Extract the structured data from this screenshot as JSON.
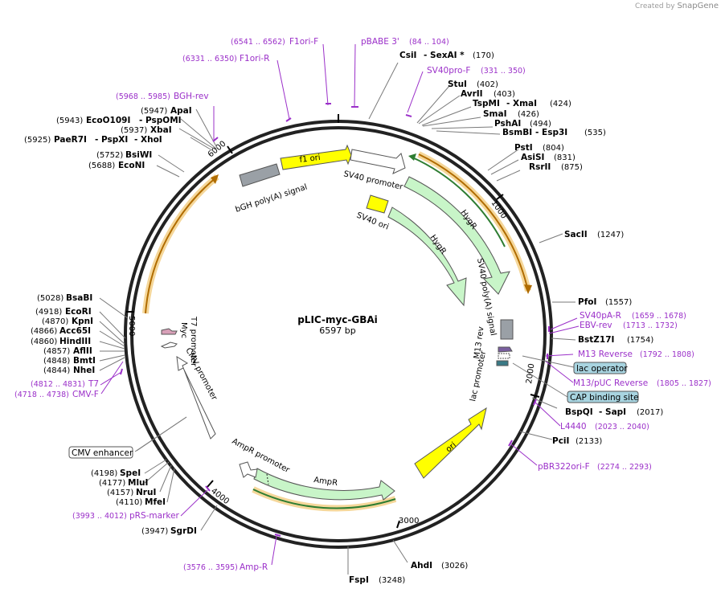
{
  "branding": {
    "created_by": "Created by",
    "app": "SnapGene"
  },
  "plasmid": {
    "name": "pLIC-myc-GBAi",
    "size": "6597 bp"
  },
  "ticks": [
    "1000",
    "2000",
    "3000",
    "4000",
    "5000",
    "6000"
  ],
  "sites": [
    {
      "name": "CsiI",
      "name2": "SexAI *",
      "pos": "(170)"
    },
    {
      "name": "StuI",
      "pos": "(402)"
    },
    {
      "name": "AvrII",
      "pos": "(403)"
    },
    {
      "name": "TspMI",
      "name2": "XmaI",
      "pos": "(424)"
    },
    {
      "name": "SmaI",
      "pos": "(426)"
    },
    {
      "name": "PshAI",
      "pos": "(494)"
    },
    {
      "name": "BsmBI",
      "name2": "Esp3I",
      "pos": "(535)"
    },
    {
      "name": "PstI",
      "pos": "(804)"
    },
    {
      "name": "AsiSI",
      "pos": "(831)"
    },
    {
      "name": "RsrII",
      "pos": "(875)"
    },
    {
      "name": "SacII",
      "pos": "(1247)"
    },
    {
      "name": "PfoI",
      "pos": "(1557)"
    },
    {
      "name": "BstZ17I",
      "pos": "(1754)"
    },
    {
      "name": "BspQI",
      "name2": "SapI",
      "pos": "(2017)"
    },
    {
      "name": "PciI",
      "pos": "(2133)"
    },
    {
      "name": "AhdI",
      "pos": "(3026)"
    },
    {
      "name": "FspI",
      "pos": "(3248)"
    },
    {
      "name": "SgrDI",
      "pos": "(3947)"
    },
    {
      "name": "MfeI",
      "pos": "(4110)"
    },
    {
      "name": "NruI",
      "pos": "(4157)"
    },
    {
      "name": "MluI",
      "pos": "(4177)"
    },
    {
      "name": "SpeI",
      "pos": "(4198)"
    },
    {
      "name": "NheI",
      "pos": "(4844)"
    },
    {
      "name": "BmtI",
      "pos": "(4848)"
    },
    {
      "name": "AflII",
      "pos": "(4857)"
    },
    {
      "name": "HindIII",
      "pos": "(4860)"
    },
    {
      "name": "Acc65I",
      "pos": "(4866)"
    },
    {
      "name": "KpnI",
      "pos": "(4870)"
    },
    {
      "name": "EcoRI",
      "pos": "(4918)"
    },
    {
      "name": "BsaBI",
      "pos": "(5028)"
    },
    {
      "name": "EcoNI",
      "pos": "(5688)"
    },
    {
      "name": "BsiWI",
      "pos": "(5752)"
    },
    {
      "name": "PaeR7I",
      "name2": "PspXI",
      "name3": "XhoI",
      "pos": "(5925)"
    },
    {
      "name": "XbaI",
      "pos": "(5937)"
    },
    {
      "name": "EcoO109I",
      "name2": "PspOMI",
      "pos": "(5943)"
    },
    {
      "name": "ApaI",
      "pos": "(5947)"
    }
  ],
  "primers": [
    {
      "name": "pBABE 3'",
      "range": "(84 .. 104)"
    },
    {
      "name": "SV40pro-F",
      "range": "(331 .. 350)"
    },
    {
      "name": "SV40pA-R",
      "range": "(1659 .. 1678)"
    },
    {
      "name": "EBV-rev",
      "range": "(1713 .. 1732)"
    },
    {
      "name": "M13 Reverse",
      "range": "(1792 .. 1808)"
    },
    {
      "name": "M13/pUC Reverse",
      "range": "(1805 .. 1827)"
    },
    {
      "name": "L4440",
      "range": "(2023 .. 2040)"
    },
    {
      "name": "pBR322ori-F",
      "range": "(2274 .. 2293)"
    },
    {
      "name": "Amp-R",
      "range": "(3576 .. 3595)"
    },
    {
      "name": "pRS-marker",
      "range": "(3993 .. 4012)"
    },
    {
      "name": "T7",
      "range": "(4812 .. 4831)"
    },
    {
      "name": "CMV-F",
      "range": "(4718 .. 4738)"
    },
    {
      "name": "BGH-rev",
      "range": "(5968 .. 5985)"
    },
    {
      "name": "F1ori-R",
      "range": "(6331 .. 6350)"
    },
    {
      "name": "F1ori-F",
      "range": "(6541 .. 6562)"
    }
  ],
  "boxed_labels": [
    "lac operator",
    "CAP binding site",
    "CMV enhancer"
  ],
  "features": [
    "f1 ori",
    "SV40 promoter",
    "bGH poly(A) signal",
    "SV40 ori",
    "HygR",
    "HygR",
    "SV40 poly(A) signal",
    "M13 rev",
    "lac promoter",
    "ori",
    "AmpR",
    "AmpR promoter",
    "CMV promoter",
    "T7 promoter",
    "Myc"
  ],
  "colors": {
    "primer": "#9b30c9",
    "site_text": "#000000",
    "yellow": "#ffff00",
    "green_fill": "#c8f5c8",
    "orange_arrow": "#b06c00",
    "orange_halo": "#f5d79a",
    "dark_green": "#2e7d32",
    "gray_block": "#9aa0a6",
    "lac_box": "#a8d4e0"
  }
}
